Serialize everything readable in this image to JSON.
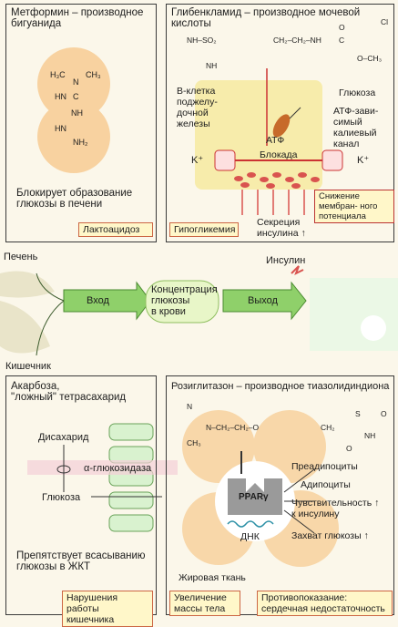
{
  "panels": {
    "metformin": {
      "title": "Метформин – производное\nбигуанида",
      "text": "Блокирует образование\nглюкозы в печени",
      "tag": "Лактоацидоз",
      "formula": {
        "line1": "H₃C",
        "line2": "CH₃",
        "n": "N",
        "hn1": "HN",
        "c": "C",
        "nh": "NH",
        "hn2": "HN",
        "nh2": "NH₂"
      }
    },
    "glibenclamide": {
      "title": "Глибенкламид – производное мочевой\nкислоты",
      "cell_text": "В-клетка\nподжелу-\nдочной\nжелезы",
      "glucose": "Глюкоза",
      "atf": "АТФ",
      "channel": "АТФ-зави-\nсимый\nкалиевый\nканал",
      "k_left": "K⁺",
      "k_right": "K⁺",
      "block": "Блокада",
      "potential": "Снижение мембран-\nного потенциала",
      "secretion": "Секреция\nинсулина ↑",
      "tag": "Гипогликемия",
      "formula": {
        "so2": "NH–SO₂",
        "ch2": "CH₂–CH₂–NH",
        "c": "C",
        "o": "O",
        "cl": "Cl",
        "nh": "NH",
        "och3": "O–CH₃"
      }
    },
    "acarbose": {
      "title": "Акарбоза,\n\"ложный\" тетрасахарид",
      "disaccharide": "Дисахарид",
      "enzyme": "α-глюкозидаза",
      "glucose": "Глюкоза",
      "text": "Препятствует всасыванию\nглюкозы в ЖКТ",
      "tag": "Нарушения работы\nкишечника"
    },
    "rosiglitazone": {
      "title": "Розиглитазон – производное тиазолидиндиона",
      "ppar": "PPARγ",
      "dna": "ДНК",
      "preadipocytes": "Преадипоциты",
      "adipocytes": "Адипоциты",
      "sensitivity": "Чувствительность ↑\nк инсулину",
      "uptake": "Захват глюкозы ↑",
      "tissue": "Жировая ткань",
      "tag_left": "Увеличение\nмассы тела",
      "tag_right": "Противопоказание:\nсердечная недостаточность",
      "formula": {
        "n": "N",
        "ch3": "CH₃",
        "chain": "N–CH₂–CH₂–O",
        "ch2": "CH₂",
        "s": "S",
        "o1": "O",
        "nh": "NH",
        "o2": "O"
      }
    }
  },
  "center": {
    "liver": "Печень",
    "intestine": "Кишечник",
    "input": "Вход",
    "blood": "Концентрация\nглюкозы\nв крови",
    "output": "Выход",
    "insulin": "Инсулин"
  },
  "colors": {
    "panel": "#fbf3cf",
    "green": "#8fd06a",
    "peach": "#f6c98f",
    "red": "#d9534f",
    "cell": "#f2e8a6"
  }
}
